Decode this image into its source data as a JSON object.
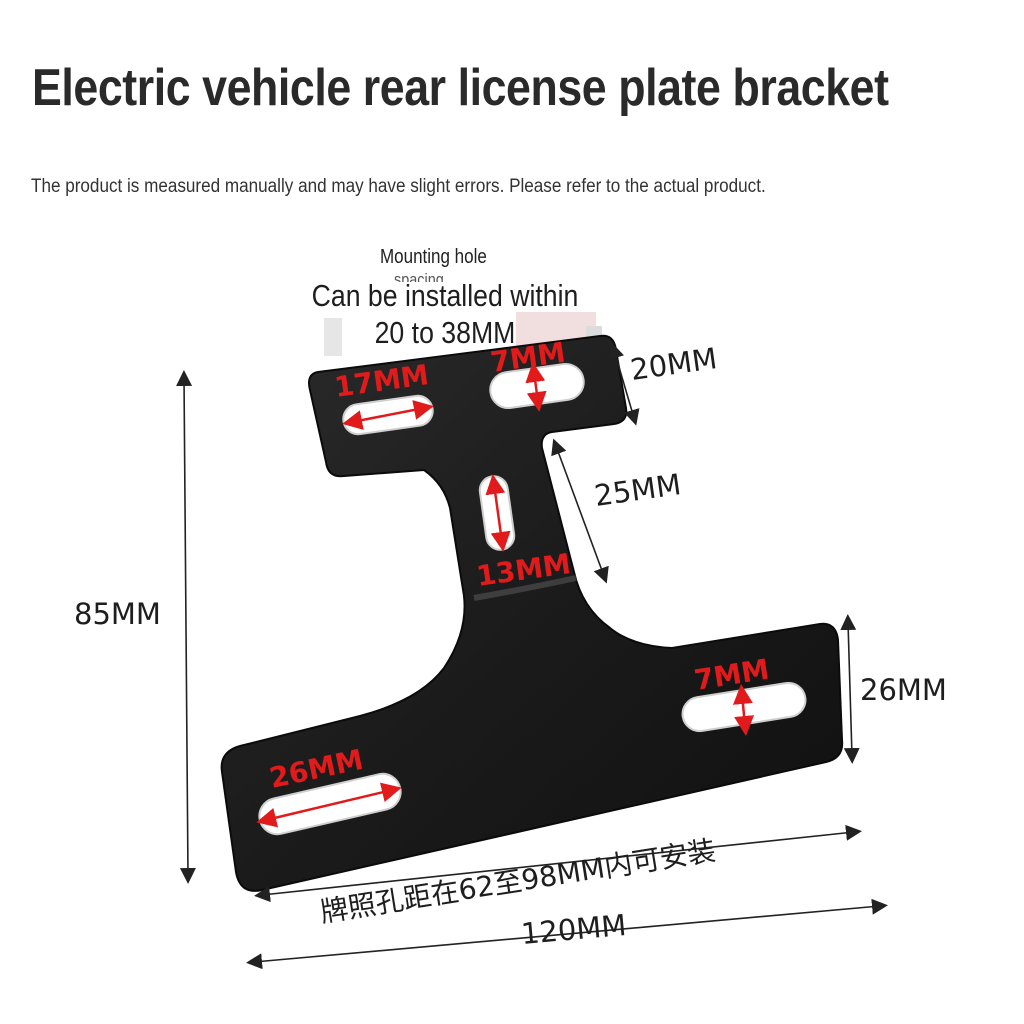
{
  "header": {
    "title": "Electric vehicle rear license plate bracket",
    "subtitle": "The product is measured manually and may have slight errors. Please refer to the actual product."
  },
  "notes": {
    "hole_label": "Mounting hole",
    "hole_label_cut": "spacing",
    "install_line1": "Can be installed within",
    "install_line2": "20 to 38MM"
  },
  "dimensions": {
    "top_height": "20MM",
    "neck_height": "25MM",
    "total_height": "85MM",
    "bottom_height": "26MM",
    "total_width": "120MM",
    "plate_hole_note": "牌照孔距在62至98MM内可安装"
  },
  "slot_labels": {
    "top_left": "17MM",
    "top_right": "7MM",
    "center": "13MM",
    "bottom_right": "7MM",
    "bottom_left": "26MM"
  },
  "colors": {
    "bracket": "#1e1e1e",
    "dimension_red": "#e11b1b",
    "slot_fill": "#ffffff"
  }
}
